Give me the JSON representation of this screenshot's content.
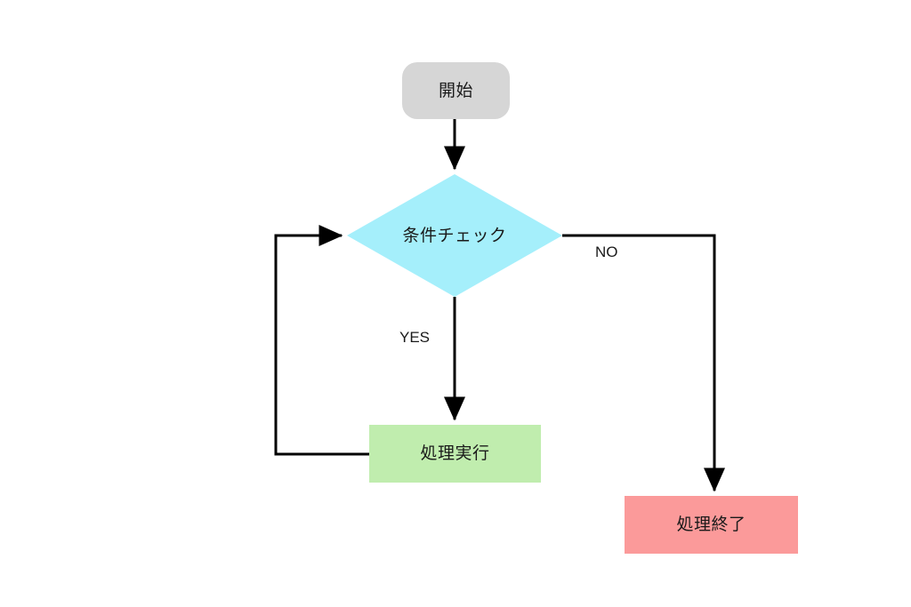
{
  "diagram": {
    "type": "flowchart",
    "orientation": "top-to-bottom",
    "background_color": "#ffffff",
    "title": "",
    "nodes": [
      {
        "id": "start",
        "label": "開始",
        "shape": "stadium",
        "fill_color": "#d6d6d6",
        "text_color": "#1a1a1a"
      },
      {
        "id": "decision",
        "label": "条件チェック",
        "shape": "diamond",
        "fill_color": "#a5effb",
        "text_color": "#1a1a1a"
      },
      {
        "id": "process",
        "label": "処理実行",
        "shape": "rectangle",
        "fill_color": "#c0edae",
        "text_color": "#1a1a1a"
      },
      {
        "id": "end",
        "label": "処理終了",
        "shape": "rectangle",
        "fill_color": "#fb9a9a",
        "text_color": "#1a1a1a"
      }
    ],
    "edges": [
      {
        "id": "start-to-decision",
        "from": "start",
        "to": "decision",
        "label": ""
      },
      {
        "id": "decision-to-process",
        "from": "decision",
        "to": "process",
        "label": "YES"
      },
      {
        "id": "decision-to-end",
        "from": "decision",
        "to": "end",
        "label": "NO"
      },
      {
        "id": "process-to-decision",
        "from": "process",
        "to": "decision",
        "label": ""
      }
    ],
    "edge_color": "#000000",
    "edge_width": 3
  }
}
